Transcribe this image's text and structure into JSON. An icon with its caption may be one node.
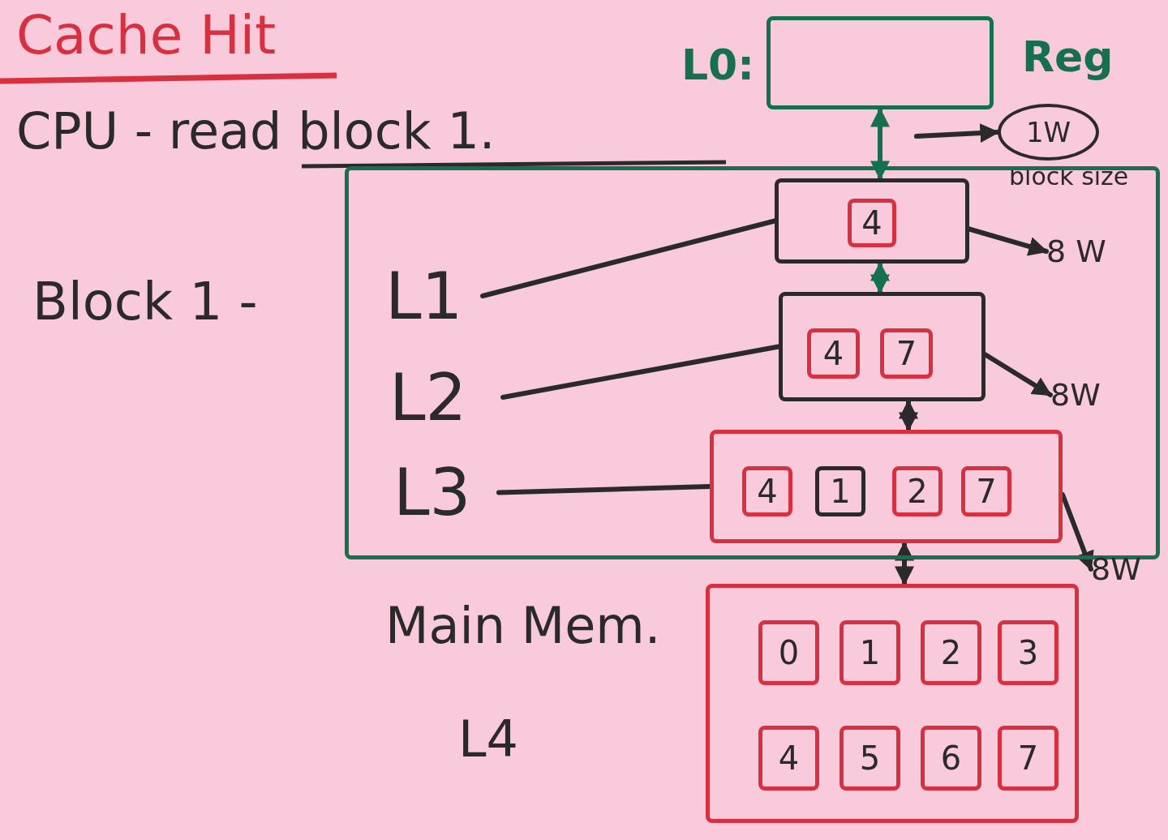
{
  "diagram": {
    "title": "Cache Hit",
    "nodes": [
      {
        "text": [
          "L0:"
        ],
        "beside": [
          "Reg"
        ]
      },
      {
        "text": [
          "1W"
        ],
        "beside": [
          "block size"
        ]
      },
      {
        "text": [],
        "shape": "box"
      },
      {
        "text": [
          "L1"
        ],
        "in": 2
      },
      {
        "text": [],
        "shape": "box",
        "in": 2
      },
      {
        "text": [
          "4"
        ],
        "in": 4
      },
      {
        "text": [
          "8 W"
        ],
        "in": 2
      },
      {
        "text": [
          "L2"
        ],
        "in": 2
      },
      {
        "text": [],
        "shape": "box",
        "in": 2
      },
      {
        "text": [
          "4"
        ],
        "in": 8
      },
      {
        "text": [
          "7"
        ],
        "in": 8
      },
      {
        "text": [
          "8W"
        ],
        "in": 2
      },
      {
        "text": [
          "L3"
        ],
        "in": 2
      },
      {
        "text": [],
        "shape": "box",
        "in": 2
      },
      {
        "text": [
          "4"
        ],
        "in": 13
      },
      {
        "text": [
          "1"
        ],
        "in": 13
      },
      {
        "text": [
          "2"
        ],
        "in": 13
      },
      {
        "text": [
          "7"
        ],
        "in": 13
      },
      {
        "text": [
          "8W"
        ]
      },
      {
        "text": [],
        "shape": "box",
        "beside": [
          "Main Mem.",
          "L4"
        ]
      },
      {
        "text": [
          "0"
        ],
        "in": 19
      },
      {
        "text": [
          "1"
        ],
        "in": 19
      },
      {
        "text": [
          "2"
        ],
        "in": 19
      },
      {
        "text": [
          "3"
        ],
        "in": 19
      },
      {
        "text": [
          "4"
        ],
        "in": 19
      },
      {
        "text": [
          "5"
        ],
        "in": 19
      },
      {
        "text": [
          "6"
        ],
        "in": 19
      },
      {
        "text": [
          "7"
        ],
        "in": 19
      }
    ],
    "edges": [
      {
        "from": 0,
        "to": 4,
        "arrow": "both",
        "color": "#14704f"
      },
      {
        "from": 4,
        "to": 8,
        "arrow": "both",
        "color": "#14704f"
      },
      {
        "from": 8,
        "to": 13,
        "arrow": "both"
      },
      {
        "from": 13,
        "to": 19,
        "arrow": "both"
      },
      {
        "from": null,
        "to": 1,
        "arrow": "to"
      },
      {
        "from": 4,
        "to": 6,
        "arrow": "to"
      },
      {
        "from": 8,
        "to": 11,
        "arrow": "to"
      },
      {
        "from": 13,
        "to": 18,
        "arrow": "to"
      },
      {
        "from": 3,
        "to": 4,
        "arrow": "none"
      },
      {
        "from": 7,
        "to": 8,
        "arrow": "none"
      },
      {
        "from": 12,
        "to": 13,
        "arrow": "none"
      }
    ],
    "labels": [
      "CPU - read block 1.",
      "Block 1 -"
    ]
  }
}
